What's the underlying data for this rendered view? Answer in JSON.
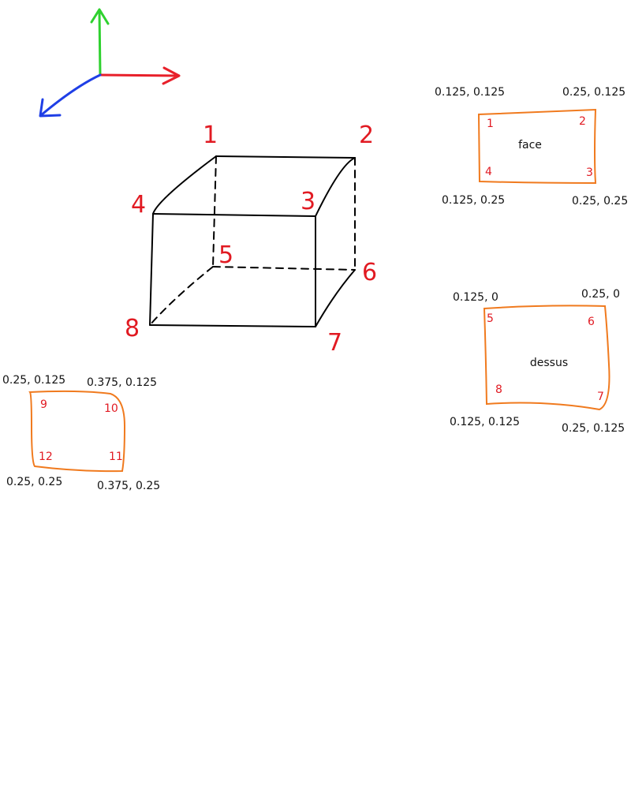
{
  "colors": {
    "x_axis": "#e8202a",
    "y_axis": "#2fd12f",
    "z_axis": "#1f3fe6",
    "cube_edge": "#000000",
    "label": "#e11a22",
    "outline": "#f07a1e",
    "text": "#111111"
  },
  "cube": {
    "vertex_labels": [
      "1",
      "2",
      "3",
      "4",
      "5",
      "6",
      "7",
      "8"
    ]
  },
  "face": {
    "name": "face",
    "corner_numbers": [
      "1",
      "2",
      "3",
      "4"
    ],
    "coords": {
      "top_left": "0.125, 0.125",
      "top_right": "0.25, 0.125",
      "bottom_left": "0.125, 0.25",
      "bottom_right": "0.25, 0.25"
    }
  },
  "dessus": {
    "name": "dessus",
    "corner_numbers": [
      "5",
      "6",
      "7",
      "8"
    ],
    "coords": {
      "top_left": "0.125, 0",
      "top_right": "0.25, 0",
      "bottom_left": "0.125, 0.125",
      "bottom_right": "0.25, 0.125"
    }
  },
  "left_quad": {
    "corner_numbers": [
      "9",
      "10",
      "11",
      "12"
    ],
    "coords": {
      "top_left": "0.25, 0.125",
      "top_right": "0.375, 0.125",
      "bottom_left": "0.25, 0.25",
      "bottom_right": "0.375, 0.25"
    }
  }
}
